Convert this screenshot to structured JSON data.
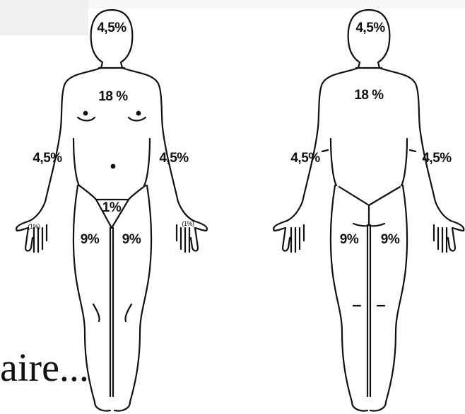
{
  "front": {
    "head": "4,5%",
    "torso": "18 %",
    "left_arm": "4,5%",
    "right_arm": "4,5%",
    "groin": "1%",
    "left_leg": "9%",
    "right_leg": "9%",
    "left_hand": "(1%)",
    "right_hand": "(1%)"
  },
  "back": {
    "head": "4,5%",
    "torso": "18 %",
    "left_arm": "4,5%",
    "right_arm": "4,5%",
    "left_leg": "9%",
    "right_leg": "9%"
  },
  "caption": "aire..."
}
